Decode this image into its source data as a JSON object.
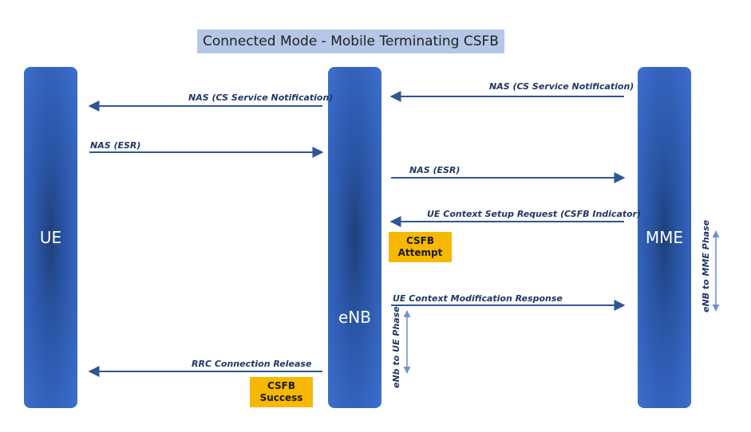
{
  "title": "Connected Mode - Mobile Terminating CSFB",
  "nodes": {
    "ue": "UE",
    "enb": "eNB",
    "mme": "MME"
  },
  "messages": [
    {
      "id": "mme-enb-cs-notification",
      "from": "MME",
      "to": "eNB",
      "label": "NAS (CS Service Notification)"
    },
    {
      "id": "enb-ue-cs-notification",
      "from": "eNB",
      "to": "UE",
      "label": "NAS (CS Service Notification)"
    },
    {
      "id": "ue-enb-esr",
      "from": "UE",
      "to": "eNB",
      "label": "NAS (ESR)"
    },
    {
      "id": "enb-mme-esr",
      "from": "eNB",
      "to": "MME",
      "label": "NAS (ESR)"
    },
    {
      "id": "mme-enb-context-setup",
      "from": "MME",
      "to": "eNB",
      "label": "UE Context Setup Request (CSFB Indicator)"
    },
    {
      "id": "enb-mme-context-mod",
      "from": "eNB",
      "to": "MME",
      "label": "UE Context Modification Response"
    },
    {
      "id": "enb-ue-rrc-release",
      "from": "eNB",
      "to": "UE",
      "label": "RRC Connection Release"
    }
  ],
  "status_boxes": {
    "attempt": {
      "line1": "CSFB",
      "line2": "Attempt"
    },
    "success": {
      "line1": "CSFB",
      "line2": "Success"
    }
  },
  "phases": {
    "enb_to_mme": "eNB to MME Phase",
    "enb_to_ue": "eNb to UE Phase"
  },
  "colors": {
    "title_bg": "#b4c7e7",
    "node": "#2a55a5",
    "arrow": "#2e5597",
    "status_bg": "#f6b800",
    "phase_arrow": "#6f8fcf"
  }
}
